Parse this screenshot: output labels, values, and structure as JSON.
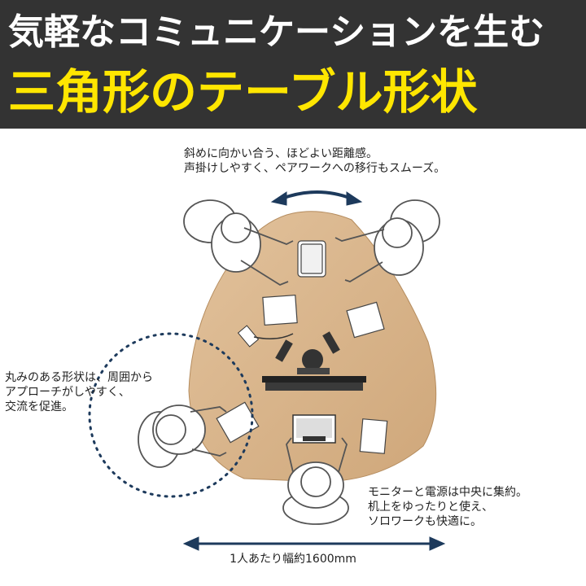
{
  "header": {
    "line1": "気軽なコミュニケーションを生む",
    "line2": "三角形のテーブル形状"
  },
  "captions": {
    "top": [
      "斜めに向かい合う、ほどよい距離感。",
      "声掛けしやすく、ペアワークへの移行もスムーズ。"
    ],
    "left": [
      "丸みのある形状は、周囲から",
      "アプローチがしやすく、",
      "交流を促進。"
    ],
    "right": [
      "モニターと電源は中央に集約。",
      "机上をゆったりと使え、",
      "ソロワークも快適に。"
    ],
    "width": "1人あたり幅約1600mm"
  },
  "colors": {
    "header_bg": "#333333",
    "headline_white": "#ffffff",
    "headline_yellow": "#ffe600",
    "table_wood": "#d8b48a",
    "arrow_navy": "#1d3a5c",
    "dotted_circle": "#1d3a5c"
  }
}
